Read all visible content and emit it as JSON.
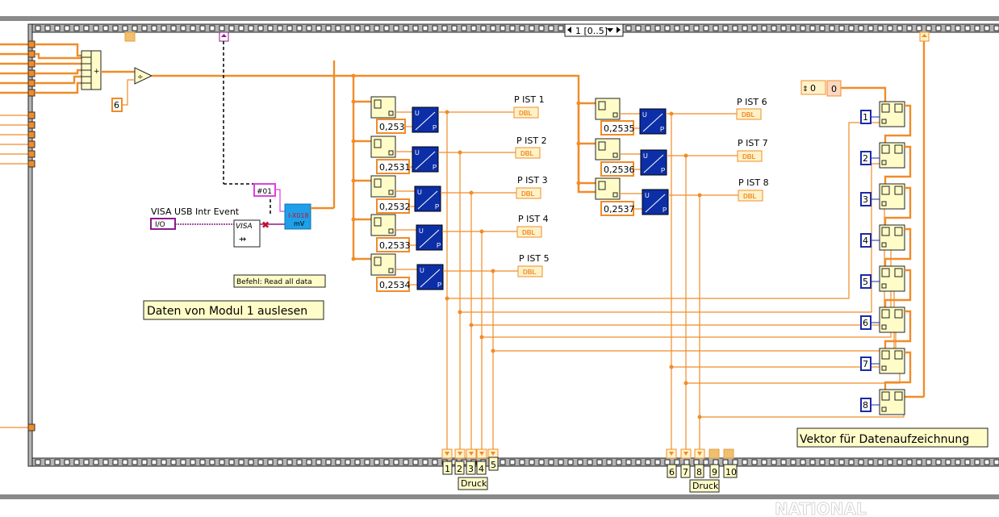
{
  "structure": {
    "type": "stacked-sequence",
    "case_selector": "1 [0..5]"
  },
  "left": {
    "divide_constant": "6",
    "add_symbol": "+",
    "divide_symbol": "÷"
  },
  "visa": {
    "label": "VISA USB Intr Event",
    "io_constant": "I/O",
    "command_constant": "#01",
    "subvi_name": "VISA",
    "module_line1": "I-X018",
    "module_line2": "mV",
    "command_note": "Befehl: Read all data",
    "section_label": "Daten von Modul 1 auslesen"
  },
  "channels": [
    {
      "index_constant": "0,253",
      "indicator": "P IST 1",
      "type": "DBL"
    },
    {
      "index_constant": "0,2531",
      "indicator": "P IST 2",
      "type": "DBL"
    },
    {
      "index_constant": "0,2532",
      "indicator": "P IST 3",
      "type": "DBL"
    },
    {
      "index_constant": "0,2533",
      "indicator": "P IST 4",
      "type": "DBL"
    },
    {
      "index_constant": "0,2534",
      "indicator": "P IST 5",
      "type": "DBL"
    },
    {
      "index_constant": "0,2535",
      "indicator": "P IST 6",
      "type": "DBL"
    },
    {
      "index_constant": "0,2536",
      "indicator": "P IST 7",
      "type": "DBL"
    },
    {
      "index_constant": "0,2537",
      "indicator": "P IST 8",
      "type": "DBL"
    }
  ],
  "converter": {
    "u": "U",
    "p": "P"
  },
  "vector": {
    "init_value": "0",
    "init_array": "0",
    "indexes": [
      "1",
      "2",
      "3",
      "4",
      "5",
      "6",
      "7",
      "8"
    ],
    "label": "Vektor für Datenaufzeichnung"
  },
  "tunnels": {
    "labels": [
      "1",
      "2",
      "3",
      "4",
      "5",
      "6",
      "7",
      "8",
      "9",
      "10"
    ],
    "group_label_1": "Druck",
    "group_label_2": "Druck"
  },
  "footer": {
    "logo_text": "NATIONAL"
  },
  "colors": {
    "wire": "#f08c28",
    "converter": "#0c2fa8",
    "module": "#1ea0e8",
    "visa": "#8c1a8c",
    "frame": "#b4b4b4"
  }
}
